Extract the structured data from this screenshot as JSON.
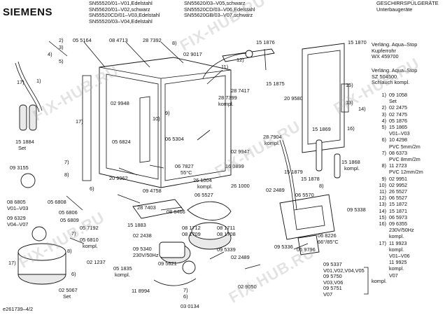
{
  "header": {
    "brand": "SIEMENS",
    "models": [
      "SN55520/01–V01,Edelstahl",
      "SN55620/01–V02,schwarz",
      "SN55520CD/01–V03,Edelstahl",
      "SN55520/03–V04,Edelstahl",
      "SN55620/03–V05,schwarz",
      "SN55520CD/03–V06,Edelstahl",
      "SN55620GB/03–V07,schwarz"
    ],
    "category": "GESCHIRRSPÜLGERÄTE",
    "subcategory": "Unterbaugeräte"
  },
  "notes": [
    [
      "Verläng. Aqua–Stop",
      "Kupferrohr",
      "WX 459700"
    ],
    [
      "Verläng. Aqua–Stop",
      "SZ 504500",
      "Schlauch kompl."
    ]
  ],
  "legend": [
    {
      "n": "1)",
      "text": "09 1058"
    },
    {
      "n": "",
      "text": "Set"
    },
    {
      "n": "2)",
      "text": "02 2475"
    },
    {
      "n": "3)",
      "text": "02 7475"
    },
    {
      "n": "4)",
      "text": "05 1876"
    },
    {
      "n": "5)",
      "text": "15 1865"
    },
    {
      "n": "",
      "text": "V01–V03"
    },
    {
      "n": "6)",
      "text": "10 4298"
    },
    {
      "n": "",
      "text": "PVC 5mm/2m"
    },
    {
      "n": "7)",
      "text": "08 6373"
    },
    {
      "n": "",
      "text": "PVC 8mm/2m"
    },
    {
      "n": "8)",
      "text": "11 2723"
    },
    {
      "n": "",
      "text": "PVC 12mm/2m"
    },
    {
      "n": "9)",
      "text": "02 9951"
    },
    {
      "n": "10)",
      "text": "02 9952"
    },
    {
      "n": "11)",
      "text": "26 5527"
    },
    {
      "n": "12)",
      "text": "06 5527"
    },
    {
      "n": "13)",
      "text": "15 1872"
    },
    {
      "n": "14)",
      "text": "15 1871"
    },
    {
      "n": "15)",
      "text": "06 5973"
    },
    {
      "n": "16)",
      "text": "09 6355"
    },
    {
      "n": "",
      "text": "230V/50Hz"
    },
    {
      "n": "",
      "text": "kompl."
    },
    {
      "n": "17)",
      "text": "11 9923"
    },
    {
      "n": "",
      "text": "kompl."
    },
    {
      "n": "",
      "text": "V01–V06"
    },
    {
      "n": "",
      "text": "11 9925"
    },
    {
      "n": "",
      "text": "kompl."
    },
    {
      "n": "",
      "text": "V07"
    }
  ],
  "callouts": {
    "c1": "1)",
    "c2": "2)",
    "c3": "3)",
    "c4": "4)",
    "c5": "5)",
    "c6a": "6)",
    "c6b": "6)",
    "c6c": "6)",
    "c7a": "7)",
    "c7b": "7)",
    "c7c": "7)",
    "c8a": "8)",
    "c8b": "8)",
    "c8c": "8)",
    "c8d": "8)",
    "c9": "9)",
    "c10": "10)",
    "c11": "11)",
    "c12": "12)",
    "c13": "13)",
    "c14": "14)",
    "c15": "15)",
    "c16": "16)",
    "c17a": "17)",
    "c17b": "17)",
    "c17c": "17)"
  },
  "parts": {
    "p0551": "05 5164",
    "p0847": "08 4713",
    "p2873": "28 7392",
    "p1518": "15 1876",
    "p1518b": "15 1870",
    "p0290": "02 9017",
    "p0299": "02 9948",
    "p2874": "28 7417",
    "p1587": "15 1875",
    "p2873b": "28 7399",
    "p2873bk": "kompl.",
    "p2095": "20 9580",
    "p0568": "05 6824",
    "p0653": "06 5304",
    "p1518s": "15 1884",
    "p1518sk": "Set",
    "p0931": "09 3155",
    "p2099": "20 9962",
    "p0947": "09 4758",
    "p0678": "06 7827",
    "p0678t": "55°C",
    "p1608": "16 0899",
    "p2610": "26 1004",
    "p2610k": "kompl.",
    "p2610b": "26 1000",
    "p2879": "28 7904",
    "p2879k": "kompl.",
    "p0299b": "02 9947",
    "p1518c": "15 1869",
    "p1518d": "15 1879",
    "p1518e": "15 1878",
    "p1518f": "15 1868",
    "p1518fk": "kompl.",
    "p0224": "02 2489",
    "p0655": "06 5570",
    "p0655b": "06 5527",
    "p0680": "08 6805",
    "p0680v": "V01–V03",
    "p0932": "09 6329",
    "p0932v": "V04–V07",
    "p0568a": "05 6808",
    "p0568b": "05 6806",
    "p0568c": "05 6809",
    "p2874b": "28 7403",
    "p0864": "08 6466",
    "p1518g": "15 1883",
    "p0575": "05 7192",
    "p0568d": "05 6810",
    "p0568dk": "kompl.",
    "p0871": "08 1712",
    "p0871b": "08 1711",
    "p0870": "08 1709",
    "p0870b": "08 1708",
    "p0224b": "02 2438",
    "p0953": "09 5340",
    "p0953v": "230V/50Hz",
    "p0956": "09 5621",
    "p0953b": "09 5339",
    "p0224c": "02 2489",
    "p0953c": "09 5338",
    "p0953d": "09 5336",
    "p0682": "06 8226",
    "p0682t": "66°/85°C",
    "p0679": "06 9796",
    "p0212": "02 1237",
    "p0518": "05 1835",
    "p0518k": "kompl.",
    "p0250": "02 5067",
    "p0250k": "Set",
    "p1189": "11 8994",
    "p0301": "03 0134",
    "p0290b": "02 9050",
    "blk1": "09 5337",
    "blk2": "V01,V02,V04,V05",
    "blk3": "09 5750",
    "blk4": "V03,V06",
    "blk5": "09 5751",
    "blk6": "V07",
    "blkk": "kompl.",
    "footer": "e261739–4/2"
  },
  "watermark": "FIX-HUB.RU"
}
